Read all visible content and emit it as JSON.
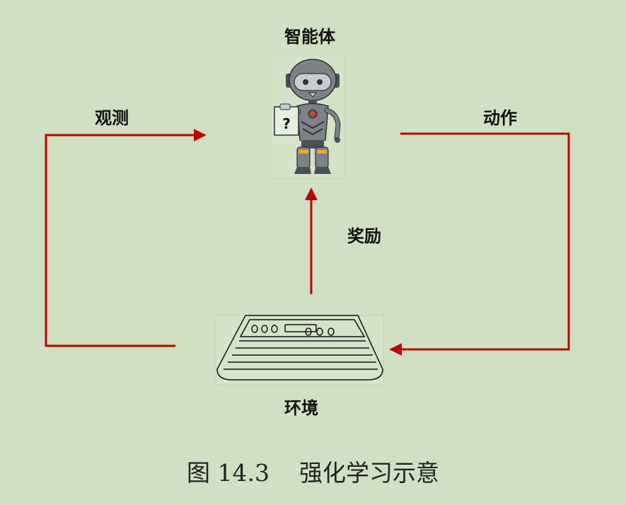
{
  "nodes": {
    "agent_label": "智能体",
    "environment_label": "环境",
    "agent_icon": "robot-icon",
    "environment_icon": "game-console-icon",
    "agent_sign_text": "?"
  },
  "edges": {
    "observation_label": "观测",
    "action_label": "动作",
    "reward_label": "奖励"
  },
  "caption": {
    "figure_number": "图 14.3",
    "title": "强化学习示意"
  },
  "colors": {
    "background": "#d0e0c2",
    "arrow": "#c00000",
    "icon_box": "#d4e3c6",
    "robot_body": "#7d8286",
    "robot_dark": "#4a4f55"
  }
}
